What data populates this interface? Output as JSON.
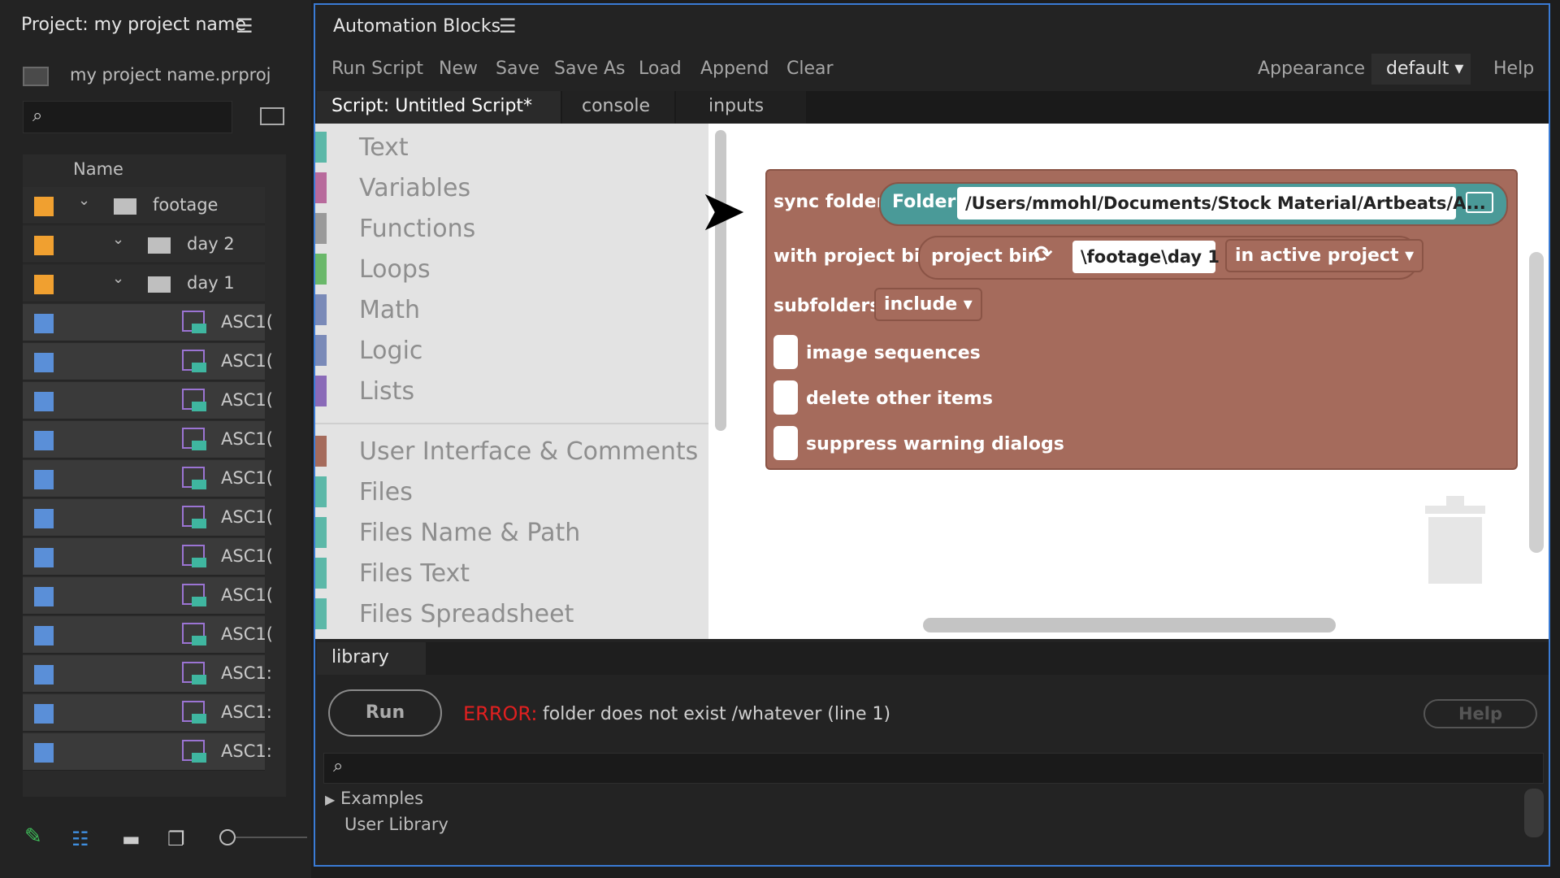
{
  "project": {
    "title": "Project: my project name",
    "menu_icon": "hamburger-icon",
    "file": "my project name.prproj",
    "list_header": "Name",
    "rows": [
      {
        "type": "folder",
        "label": "footage",
        "color": "#f0a030"
      },
      {
        "type": "folder",
        "label": "day 2",
        "color": "#f0a030"
      },
      {
        "type": "folder",
        "label": "day 1",
        "color": "#f0a030"
      },
      {
        "type": "clip",
        "label": "ASC1(",
        "color": "#5a8fd8"
      },
      {
        "type": "clip",
        "label": "ASC1(",
        "color": "#5a8fd8"
      },
      {
        "type": "clip",
        "label": "ASC1(",
        "color": "#5a8fd8"
      },
      {
        "type": "clip",
        "label": "ASC1(",
        "color": "#5a8fd8"
      },
      {
        "type": "clip",
        "label": "ASC1(",
        "color": "#5a8fd8"
      },
      {
        "type": "clip",
        "label": "ASC1(",
        "color": "#5a8fd8"
      },
      {
        "type": "clip",
        "label": "ASC1(",
        "color": "#5a8fd8"
      },
      {
        "type": "clip",
        "label": "ASC1(",
        "color": "#5a8fd8"
      },
      {
        "type": "clip",
        "label": "ASC1(",
        "color": "#5a8fd8"
      },
      {
        "type": "clip",
        "label": "ASC1:",
        "color": "#5a8fd8"
      },
      {
        "type": "clip",
        "label": "ASC1:",
        "color": "#5a8fd8"
      },
      {
        "type": "clip",
        "label": "ASC1:",
        "color": "#5a8fd8"
      }
    ]
  },
  "ab": {
    "title": "Automation Blocks",
    "toolbar": {
      "run_script": "Run Script",
      "new": "New",
      "save": "Save",
      "save_as": "Save As",
      "load": "Load",
      "append": "Append",
      "clear": "Clear",
      "appearance": "Appearance",
      "appearance_value": "default",
      "help": "Help"
    },
    "tabs": {
      "script": "Script: Untitled Script*",
      "console": "console",
      "inputs": "inputs"
    },
    "categories": [
      {
        "label": "Text",
        "color": "#5cb8a8"
      },
      {
        "label": "Variables",
        "color": "#b86a9c"
      },
      {
        "label": "Functions",
        "color": "#9a9a9a"
      },
      {
        "label": "Loops",
        "color": "#6ab86a"
      },
      {
        "label": "Math",
        "color": "#7a8ab8"
      },
      {
        "label": "Logic",
        "color": "#7a8ab8"
      },
      {
        "label": "Lists",
        "color": "#8a6ab8"
      },
      {
        "label": "User Interface & Comments",
        "color": "#a56b5c"
      },
      {
        "label": "Files",
        "color": "#5cb8a8"
      },
      {
        "label": "Files Name & Path",
        "color": "#5cb8a8"
      },
      {
        "label": "Files Text",
        "color": "#5cb8a8"
      },
      {
        "label": "Files Spreadsheet",
        "color": "#5cb8a8"
      }
    ],
    "block": {
      "sync_label": "sync folder",
      "folder_label": "Folder",
      "folder_path": "/Users/mmohl/Documents/Stock Material/Artbeats/A...",
      "bin_label": "with project bin",
      "project_bin_label": "project bin",
      "bin_path": "\\footage\\day 1",
      "bin_scope": "in active project",
      "subfolders_label": "subfolders",
      "subfolders_value": "include",
      "options": [
        "image sequences",
        "delete other items",
        "suppress warning dialogs"
      ]
    },
    "library": {
      "tab": "library",
      "run": "Run",
      "error_label": "ERROR:",
      "error_message": "folder does not exist /whatever (line 1)",
      "help": "Help",
      "tree": {
        "examples": "Examples",
        "user_library": "User Library"
      }
    }
  }
}
